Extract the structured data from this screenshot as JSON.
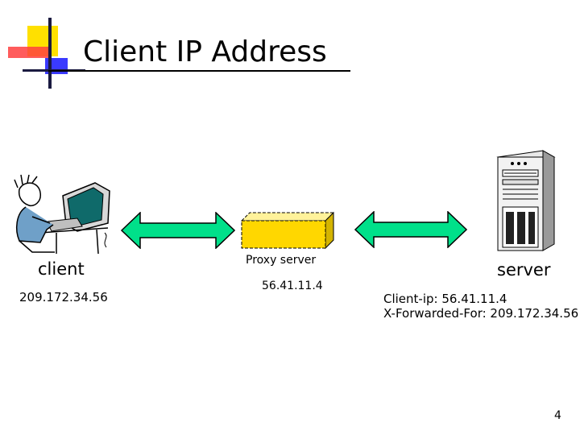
{
  "title": "Client IP Address",
  "client": {
    "label": "client",
    "ip": "209.172.34.56"
  },
  "proxy": {
    "label": "Proxy server",
    "ip": "56.41.11.4"
  },
  "server": {
    "label": "server",
    "headers": [
      "Client-ip: 56.41.11.4",
      "X-Forwarded-For: 209.172.34.56"
    ]
  },
  "page_number": "4",
  "colors": {
    "arrow_fill": "#00e08a",
    "proxy_fill": "#ffd700",
    "logo_yellow": "#ffe000",
    "logo_red": "#ff4040",
    "logo_blue": "#3a3aff"
  },
  "icons": [
    "slide-logo-icon",
    "computer-user-icon",
    "proxy-box-icon",
    "server-tower-icon"
  ]
}
